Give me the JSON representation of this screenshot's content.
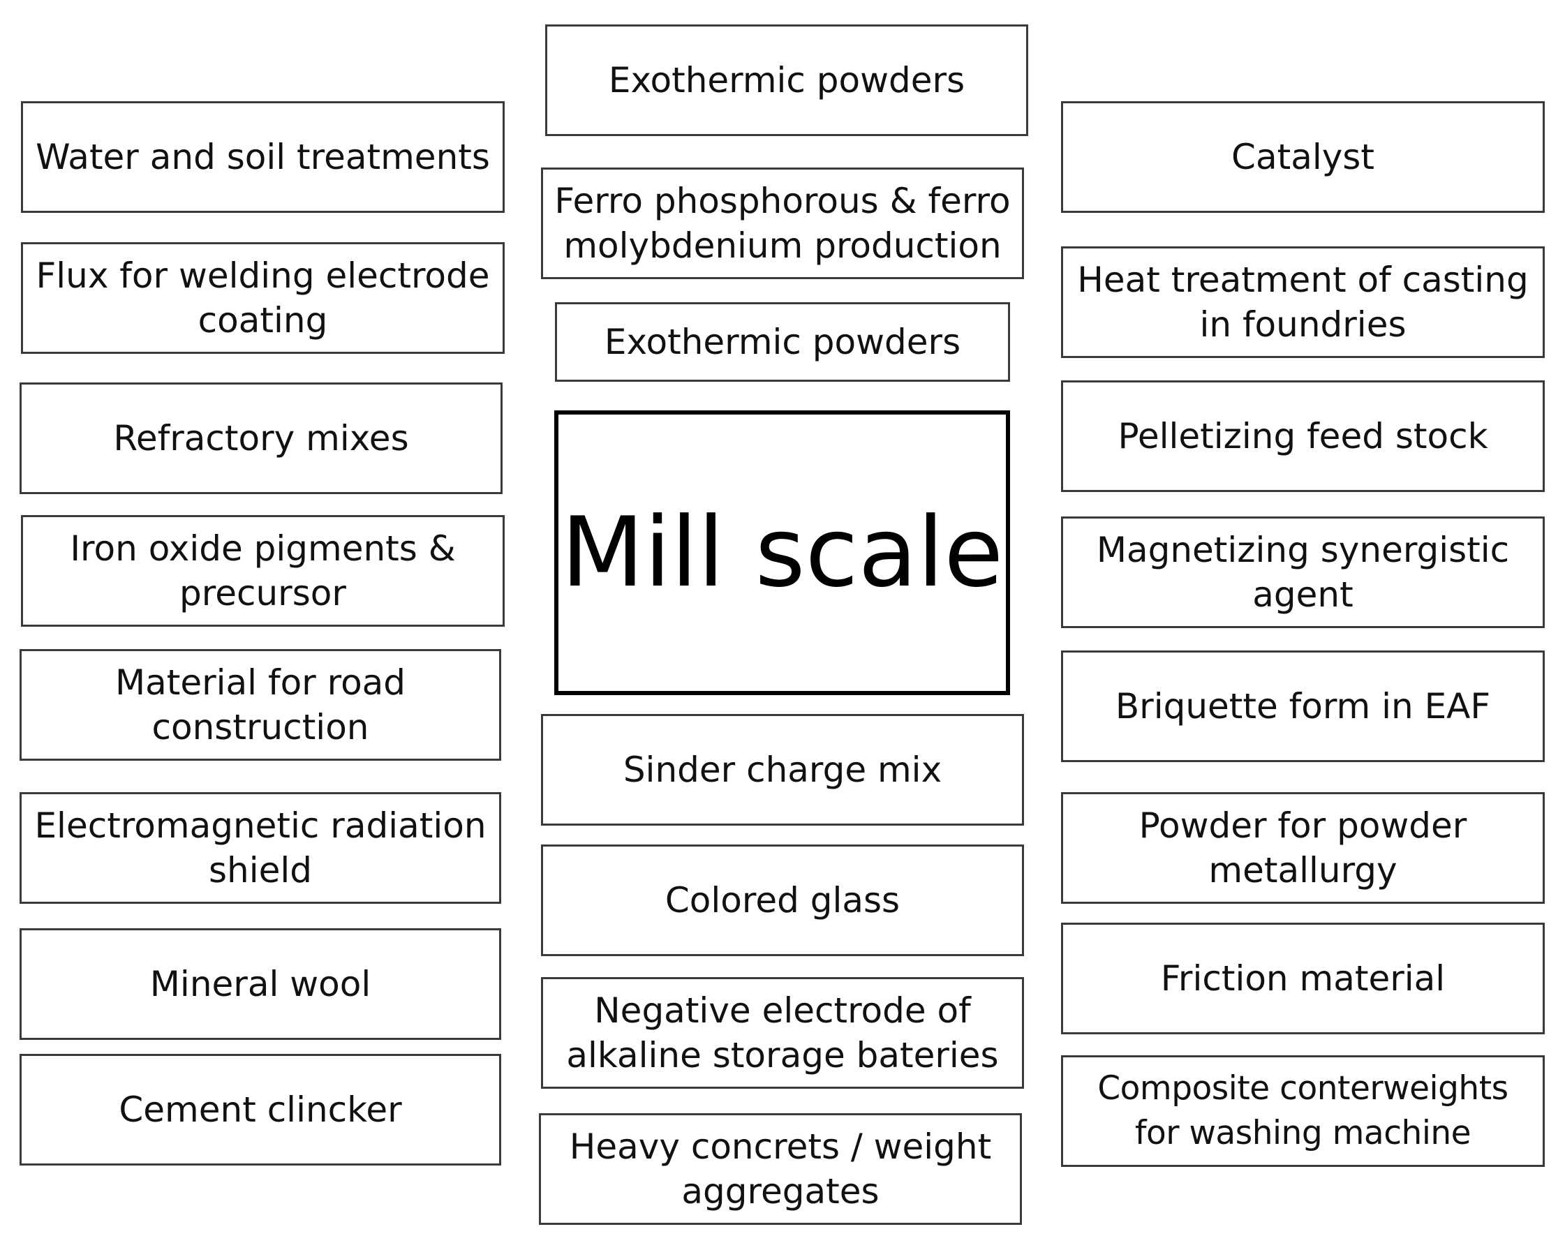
{
  "diagram": {
    "center_label": "Mill scale",
    "left_column": [
      {
        "label": "Water and soil treatments"
      },
      {
        "label": "Flux for welding electrode coating"
      },
      {
        "label": "Refractory mixes"
      },
      {
        "label": "Iron oxide pigments & precursor"
      },
      {
        "label": "Material for road construction"
      },
      {
        "label": "Electromagnetic radiation shield"
      },
      {
        "label": "Mineral wool"
      },
      {
        "label": "Cement clincker"
      }
    ],
    "middle_column": [
      {
        "label": "Exothermic powders"
      },
      {
        "label": "Ferro phosphorous & ferro molybdenium production"
      },
      {
        "label": "Exothermic powders"
      },
      {
        "label": "Sinder charge mix"
      },
      {
        "label": "Colored glass"
      },
      {
        "label": "Negative electrode of alkaline storage bateries"
      },
      {
        "label": "Heavy concrets / weight aggregates"
      }
    ],
    "right_column": [
      {
        "label": "Catalyst"
      },
      {
        "label": "Heat treatment of casting in foundries"
      },
      {
        "label": "Pelletizing feed stock"
      },
      {
        "label": "Magnetizing synergistic agent"
      },
      {
        "label": "Briquette form in EAF"
      },
      {
        "label": "Powder for powder metallurgy"
      },
      {
        "label": "Friction material"
      },
      {
        "label": "Composite conterweights for washing machine"
      }
    ]
  }
}
